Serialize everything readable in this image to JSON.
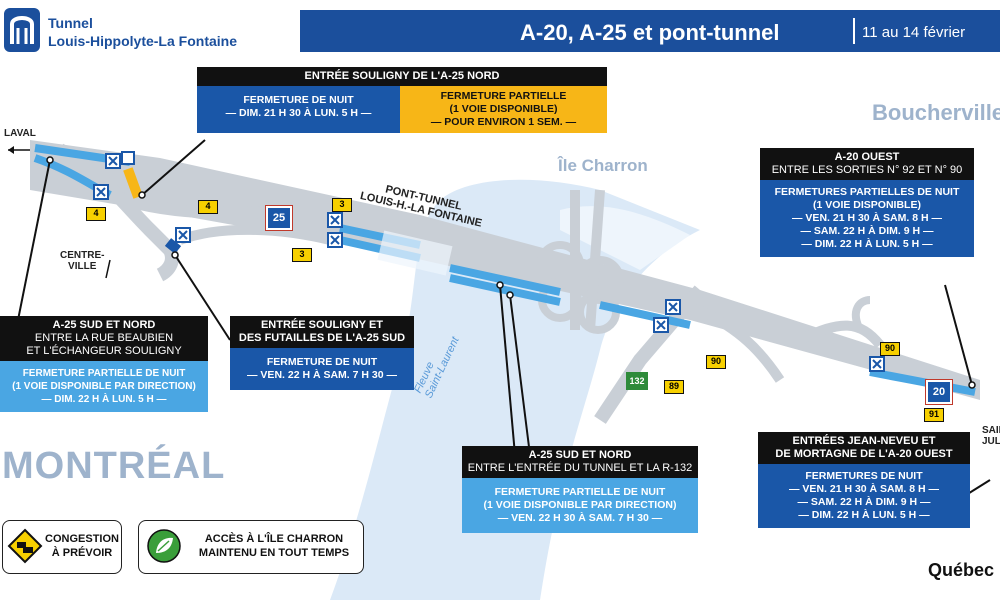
{
  "header": {
    "logo_line1": "Tunnel",
    "logo_line2": "Louis-Hippolyte-La Fontaine",
    "title": "A-20, A-25 et pont-tunnel",
    "dates": "11 au 14 février"
  },
  "places": {
    "boucherville": "Boucherville",
    "ile_charron": "Île Charron",
    "montreal": "MONTRÉAL",
    "laval": "LAVAL",
    "centre_ville": "CENTRE-\nVILLE",
    "fleuve": "Fleuve\nSaint-Laurent",
    "tunnel": "PONT-TUNNEL\nLOUIS-H.-LA FONTAINE",
    "saint_julie": "SAIN\nJUL"
  },
  "route_shields": {
    "r4a": "4",
    "r4b": "4",
    "r3a": "3",
    "r3b": "3",
    "a25": "25",
    "r132": "132",
    "r90a": "90",
    "r90b": "90",
    "r89": "89",
    "r91": "91",
    "a20": "20"
  },
  "boxes": {
    "souligny_nord": {
      "head": "ENTRÉE SOULIGNY DE L'A-25 NORD",
      "left": "FERMETURE DE NUIT\n— DIM. 21 H 30 À LUN. 5 H —",
      "right": "FERMETURE PARTIELLE\n(1 VOIE DISPONIBLE)\n— POUR ENVIRON 1 SEM. —"
    },
    "a20_ouest": {
      "head": "A-20 OUEST",
      "sub": "ENTRE LES SORTIES N° 92 ET N° 90",
      "body": "FERMETURES PARTIELLES DE NUIT\n(1 VOIE DISPONIBLE)\n— VEN. 21 H 30 À SAM. 8 H —\n— SAM. 22 H À DIM. 9 H —\n— DIM. 22 H À LUN. 5 H —"
    },
    "a25_beaubien": {
      "head": "A-25 SUD ET NORD",
      "sub": "ENTRE LA RUE BEAUBIEN\nET L'ÉCHANGEUR SOULIGNY",
      "body": "FERMETURE PARTIELLE DE NUIT\n(1 VOIE DISPONIBLE PAR DIRECTION)\n— DIM. 22 H À LUN. 5 H —"
    },
    "souligny_futailles": {
      "head": "ENTRÉE SOULIGNY ET\nDES FUTAILLES DE L'A-25 SUD",
      "body": "FERMETURE DE NUIT\n— VEN. 22 H À SAM. 7 H 30 —"
    },
    "a25_r132": {
      "head": "A-25 SUD ET NORD",
      "sub": "ENTRE L'ENTRÉE DU TUNNEL ET LA R-132",
      "body": "FERMETURE PARTIELLE DE NUIT\n(1 VOIE DISPONIBLE PAR DIRECTION)\n— VEN. 22 H 30 À SAM. 7 H 30 —"
    },
    "jean_neveu": {
      "head": "ENTRÉES JEAN-NEVEU ET\nDE MORTAGNE DE L'A-20 OUEST",
      "body_title": "FERMETURES DE NUIT",
      "body": "— VEN. 21 H 30 À SAM. 8 H —\n— SAM. 22 H À DIM. 9 H —\n— DIM. 22 H À LUN. 5 H —"
    }
  },
  "legend": {
    "congestion": "CONGESTION\nÀ PRÉVOIR",
    "acces": "ACCÈS À L'ÎLE CHARRON\nMAINTENU EN TOUT TEMPS"
  },
  "footer": {
    "brand": "Québec"
  },
  "colors": {
    "brand_blue": "#1b4f9c",
    "closure_dark": "#1a57a8",
    "closure_light": "#4aa6e3",
    "partial_yellow": "#f7b617",
    "road_gray": "#c9cfd6",
    "water": "#dbe9f7"
  }
}
